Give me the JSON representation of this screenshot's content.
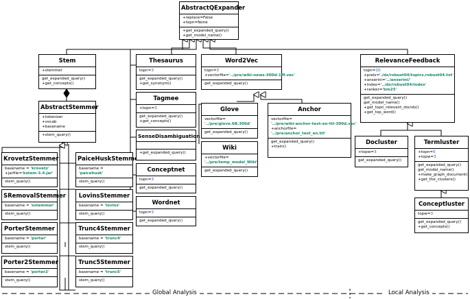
{
  "classes": {
    "abstract_qexpander": {
      "name": "AbstractQExpander",
      "attrs": [
        "+replace=False",
        "+topn=None"
      ],
      "methods": [
        "+get_expanded_query()",
        "+get_model_name()"
      ]
    },
    "stem": {
      "name": "Stem",
      "attrs": [
        "+stemmer"
      ],
      "methods": [
        "get_expanded_query()",
        "+get_concepts()"
      ]
    },
    "abstract_stemmer": {
      "name": "AbstractStemmer",
      "attrs": [
        "+tokenizer",
        "+vocab",
        "+basename"
      ],
      "methods": [
        "+stem_query()"
      ]
    },
    "krovetz": {
      "name": "KrovetzStemmer",
      "a1": "basename = ",
      "v1": "'krovetz'",
      "a2": "+jarfile='",
      "v2": "kstem-3.4.jar'",
      "method": "stem_query()"
    },
    "sremoval": {
      "name": "SRemovalStemmer",
      "a1": "basename = ",
      "v1": "'sstemmer'",
      "method": "stem_query()"
    },
    "porter": {
      "name": "PorterStemmer",
      "a1": "basename = ",
      "v1": "'porter'",
      "method": "stem_query()"
    },
    "porter2": {
      "name": "Porter2Stemmer",
      "a1": "basename = ",
      "v1": "'porter2'",
      "method": "stem_query()"
    },
    "paicehusk": {
      "name": "PaiceHuskStemmer",
      "a1": "basename = ",
      "v1": "'paicehusk'",
      "method": "stem_query()"
    },
    "lovins": {
      "name": "LovinsStemmer",
      "a1": "basename = ",
      "v1": "'lovins'",
      "method": "stem_query()"
    },
    "trunc4": {
      "name": "Trunc4Stemmer",
      "a1": "basename = ",
      "v1": "'trunc4'",
      "method": "stem_query()"
    },
    "trunc5": {
      "name": "Trunc5Stemmer",
      "a1": "basename = ",
      "v1": "'trunc5'",
      "method": "stem_query()"
    },
    "thesaurus": {
      "name": "Thesaurus",
      "a1": "topn=",
      "v1": "3",
      "methods": [
        "get_expanded_query()",
        "+get_synonym()"
      ]
    },
    "tagmee": {
      "name": "Tagmee",
      "a1": "+topn=",
      "v1": "3",
      "methods": [
        "get_expanded_query()",
        "+get_concepts()"
      ]
    },
    "sense_disambiguation": {
      "name": "SenseDisambiguation",
      "methods": [
        "+get_expanded_query()"
      ]
    },
    "conceptnet": {
      "name": "Conceptnet",
      "a1": "topn=",
      "v1": "3",
      "methods": [
        "get_expanded_query()"
      ]
    },
    "wordnet": {
      "name": "Wordnet",
      "a1": "topn=",
      "v1": "3",
      "methods": [
        "get_expanded_query()"
      ]
    },
    "word2vec": {
      "name": "Word2Vec",
      "a1": "topn=",
      "v1": "3",
      "a2": "+vectorfile=",
      "v2": "'../pre/wiki-news-300d-1M.vec'",
      "methods": [
        "get_expanded_query()"
      ]
    },
    "glove": {
      "name": "Glove",
      "a1": "vectorfile=",
      "v1": "'../pre/glove.6B.300d'",
      "methods": [
        "get_expanded_query()"
      ]
    },
    "wiki": {
      "name": "Wiki",
      "a1": "+vectorfile=",
      "v1": "'../pre/temp_model_Wiki'",
      "methods": [
        "get_expanded_query()"
      ]
    },
    "anchor": {
      "name": "Anchor",
      "a1": "vectorfile=",
      "v1": "'../pre/wiki-anchor-text-en-ttl-300d.vec'",
      "a2": "+anchorfile=",
      "v2": "'../pre/anchor_text_en.ttl'",
      "methods": [
        "get_expanded_query()",
        "+train()"
      ]
    },
    "relevance_feedback": {
      "name": "RelevanceFeedback",
      "a1": "topn=",
      "v1": "10",
      "a2": "+prels='",
      "v2": "./ds/robust04/topics.robust04.txt'",
      "a3": "+anserini='",
      "v3": "../anserini/'",
      "a4": "+index='",
      "v4": "../ds/robust04/index'",
      "a5": "+ranker='",
      "v5": "bm25'",
      "methods": [
        "get_expanded_query()",
        "get_model_name()",
        "+get_topn_relevant_docids()",
        "+get_top_word()"
      ]
    },
    "docluster": {
      "name": "Docluster",
      "a1": "+topw=",
      "v1": "3",
      "methods": [
        "get_expanded_query()"
      ]
    },
    "termluster": {
      "name": "Termluster",
      "a1": "+topn=",
      "v1": "5",
      "a2": "+topw=",
      "v2": "3",
      "methods": [
        "get_expanded_query()",
        "get_model_name()",
        "+make_graph_document()",
        "+get_the_clusters()"
      ]
    },
    "conceptluster": {
      "name": "Conceptluster",
      "a1": "topw=",
      "v1": "3",
      "methods": [
        "get_expanded_query()",
        "+get_concepts()"
      ]
    }
  },
  "footer": {
    "global_label": "Global Analysis",
    "local_label": "Local Analysis"
  }
}
